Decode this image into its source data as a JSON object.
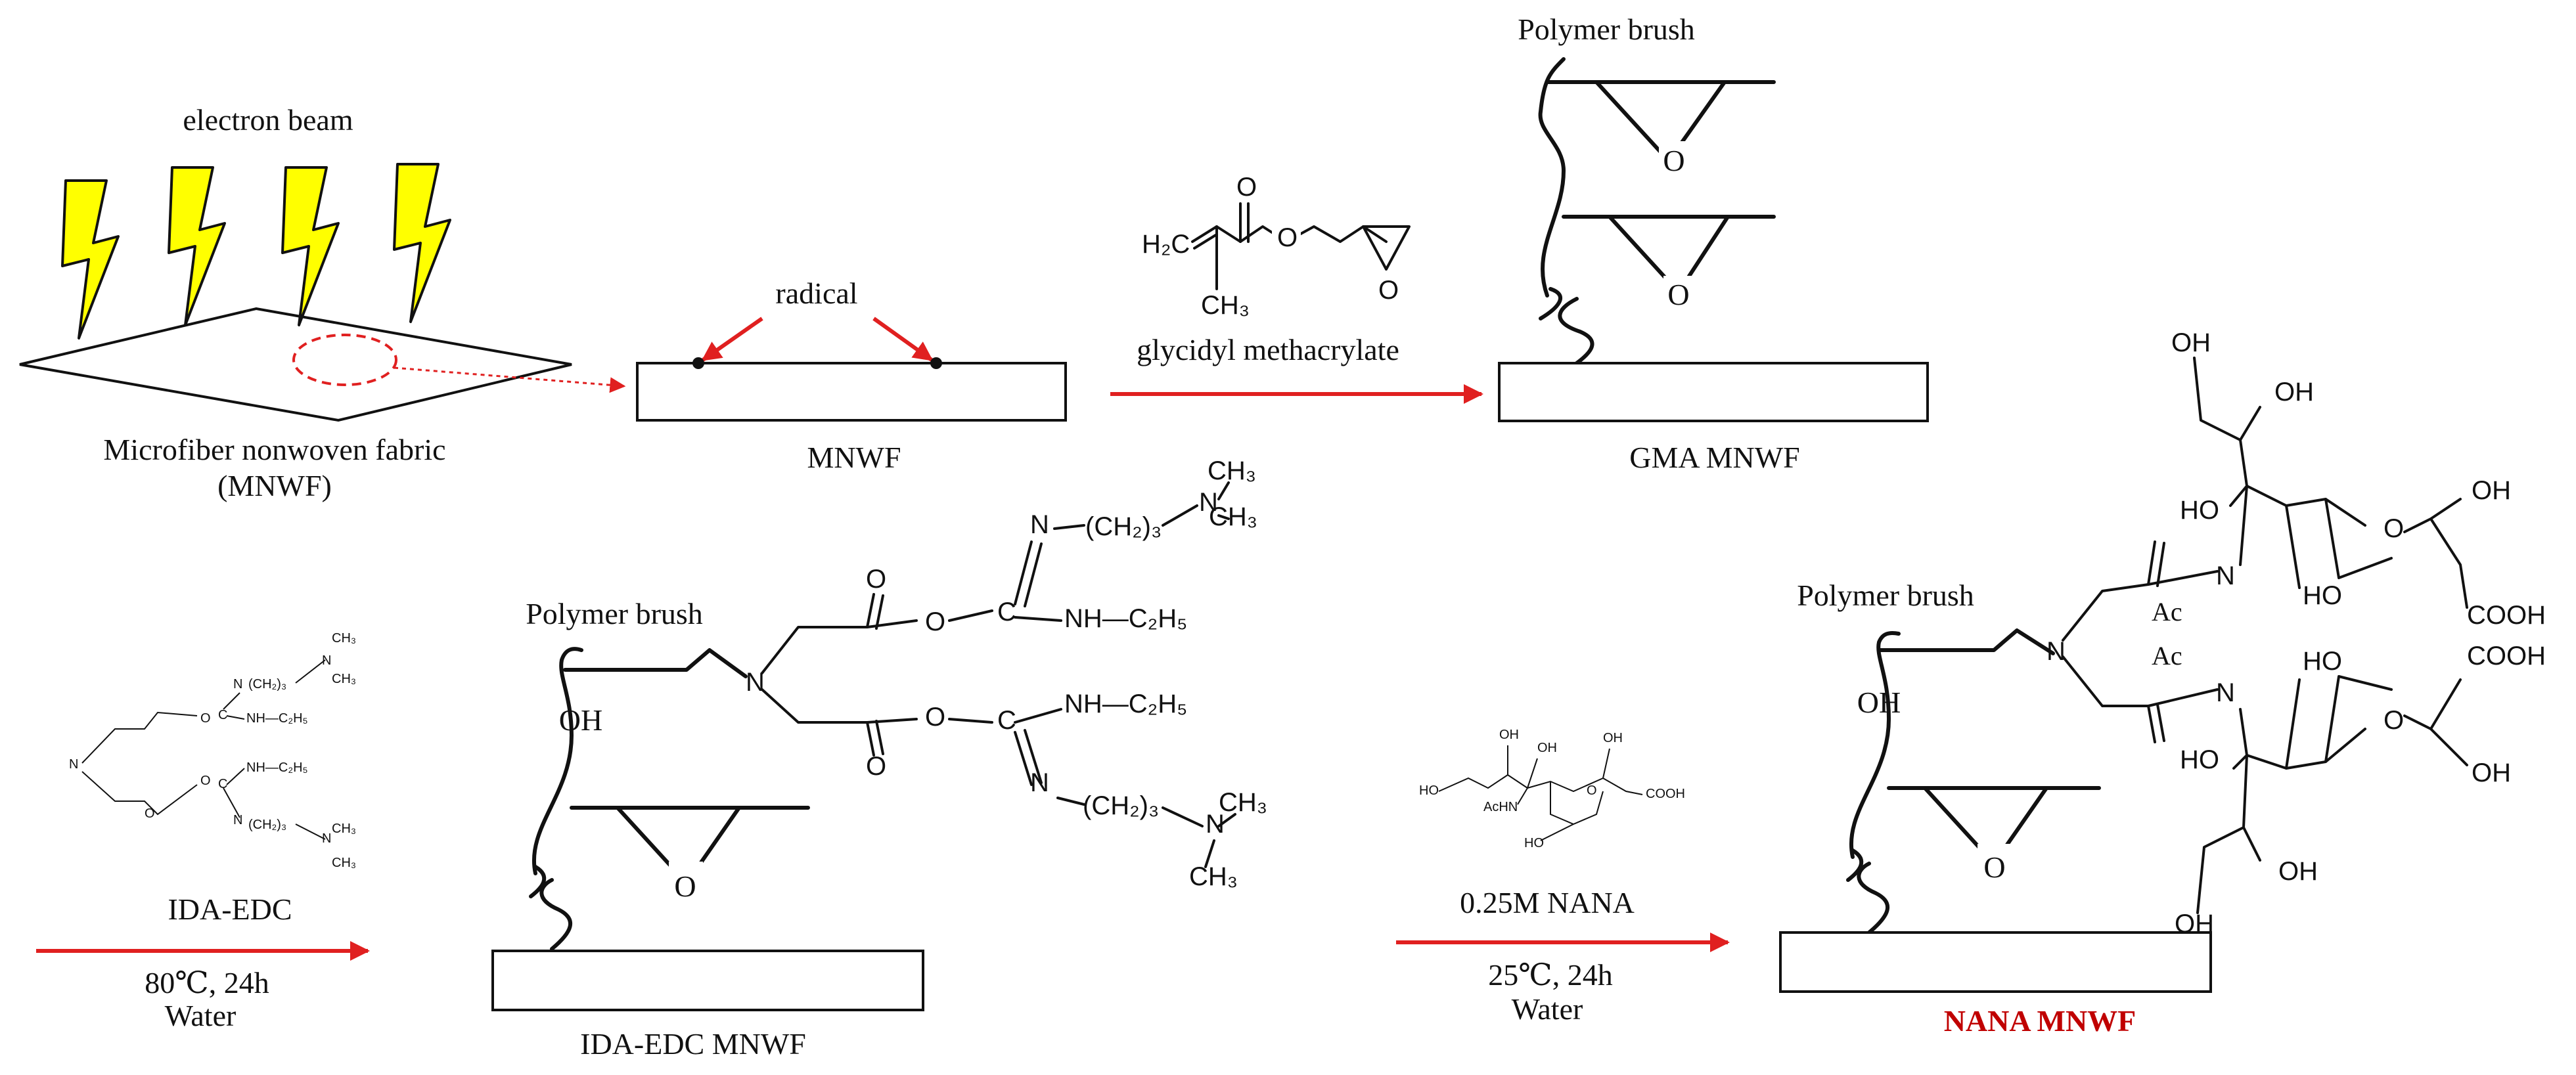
{
  "colors": {
    "arrow": "#e02020",
    "bolt": "#ffff00",
    "highlight": "#c00000",
    "ink": "#111111"
  },
  "step1": {
    "irradiation": "electron beam",
    "fabric_name": "Microfiber nonwoven fabric",
    "fabric_abbr": "(MNWF)",
    "radical_label": "radical",
    "product_label": "MNWF"
  },
  "step2": {
    "monomer_name": "glycidyl methacrylate",
    "monomer_atoms": {
      "ch2": "H₂C",
      "o_carbonyl": "O",
      "o_ester": "O",
      "ch3": "CH₃",
      "o_epoxide": "O"
    },
    "brush_label": "Polymer brush",
    "product_label": "GMA MNWF",
    "epoxide_o": "O"
  },
  "step3": {
    "reagent_label": "IDA-EDC",
    "condition_1": "80℃, 24h",
    "condition_2": "Water",
    "brush_label": "Polymer brush",
    "oh_label": "OH",
    "n_label": "N",
    "o_label": "O",
    "product_label": "IDA-EDC MNWF",
    "groups": {
      "ch3": "CH₃",
      "n": "N",
      "chain": "(CH₂)₃",
      "nh_c2h5": "NH—C₂H₅",
      "c": "C"
    }
  },
  "step4": {
    "reagent_label": "0.25M NANA",
    "condition_1": "25℃, 24h",
    "condition_2": "Water",
    "brush_label": "Polymer brush",
    "oh_label": "OH",
    "n_label": "N",
    "o_label": "O",
    "product_label": "NANA MNWF",
    "sugar": {
      "oh": "OH",
      "ho": "HO",
      "ac": "Ac",
      "cooh": "COOH",
      "acnh": "AcHN"
    }
  }
}
